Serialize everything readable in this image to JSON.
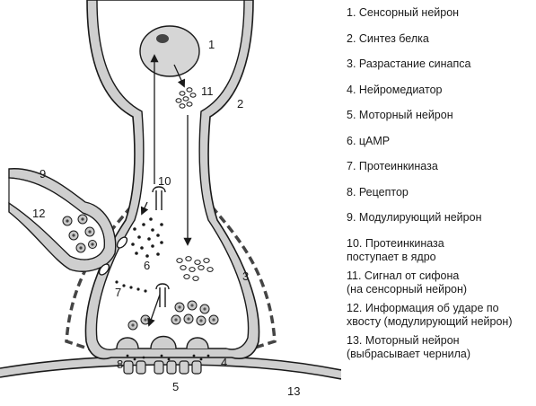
{
  "diagram": {
    "numbers": [
      "1",
      "2",
      "3",
      "4",
      "5",
      "6",
      "7",
      "8",
      "9",
      "10",
      "11",
      "12",
      "13"
    ]
  },
  "legend": [
    {
      "lines": [
        "1. Сенсорный нейрон"
      ]
    },
    {
      "lines": [
        "2. Синтез белка"
      ]
    },
    {
      "lines": [
        "3. Разрастание синапса"
      ]
    },
    {
      "lines": [
        "4. Нейромедиатор"
      ]
    },
    {
      "lines": [
        "5. Моторный нейрон"
      ]
    },
    {
      "lines": [
        "6. цАМР"
      ]
    },
    {
      "lines": [
        "7. Протеинкиназа"
      ]
    },
    {
      "lines": [
        "8. Рецептор"
      ]
    },
    {
      "lines": [
        "9. Модулирующий нейрон"
      ]
    },
    {
      "lines": [
        "10. Протеинкиназа",
        "поступает в ядро"
      ]
    },
    {
      "lines": [
        "11. Сигнал от сифона",
        "(на сенсорный нейрон)"
      ]
    },
    {
      "lines": [
        "12. Информация об ударе по",
        "хвосту (модулирующий нейрон)"
      ]
    },
    {
      "lines": [
        "13. Моторный нейрон",
        "(выбрасывает чернила)"
      ]
    }
  ]
}
